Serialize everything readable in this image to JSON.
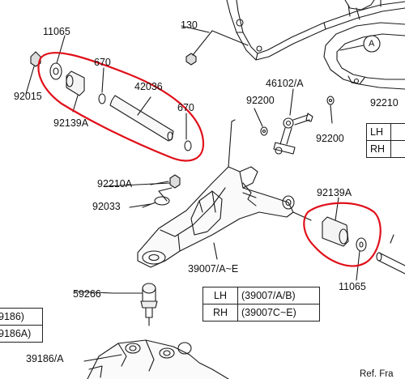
{
  "diagram": {
    "part_labels": {
      "p11065_top": "11065",
      "p92015": "92015",
      "p92139a_left": "92139A",
      "p670_top": "670",
      "p42036": "42036",
      "p670_mid": "670",
      "p130": "130",
      "pA_circle": "A",
      "p46102a": "46102/A",
      "p92210_right": "92210",
      "p92200_left": "92200",
      "p92200_right": "92200",
      "p92210a": "92210A",
      "p92033": "92033",
      "p92139a_right": "92139A",
      "p39007": "39007/A~E",
      "p11065_bottom": "11065",
      "p59266": "59266",
      "p39186a": "39186/A",
      "ref_text": "Ref. Fra"
    },
    "table_right": {
      "rows": [
        {
          "side": "LH",
          "value": ""
        },
        {
          "side": "RH",
          "value": ""
        }
      ]
    },
    "table_center": {
      "rows": [
        {
          "side": "LH",
          "value": "(39007/A/B)"
        },
        {
          "side": "RH",
          "value": "(39007C~E)"
        }
      ]
    },
    "table_left": {
      "rows": [
        {
          "value": "9186)"
        },
        {
          "value": "9186A)"
        }
      ]
    },
    "highlight_color": "#e0101a"
  }
}
